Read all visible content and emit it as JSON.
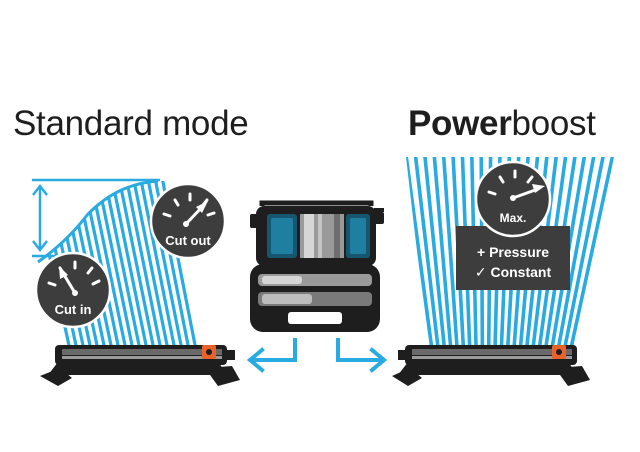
{
  "titles": {
    "standard": "Standard mode",
    "power_bold": "Power",
    "power_light": "boost"
  },
  "gauges": {
    "cut_in": "Cut in",
    "cut_out": "Cut out",
    "max": "Max."
  },
  "features": {
    "pressure": "+ Pressure",
    "constant": "✓ Constant"
  },
  "colors": {
    "water": "#29abe2",
    "dark": "#1e1e1e",
    "gauge": "#3d3d3d",
    "accent": "#e8622a"
  }
}
